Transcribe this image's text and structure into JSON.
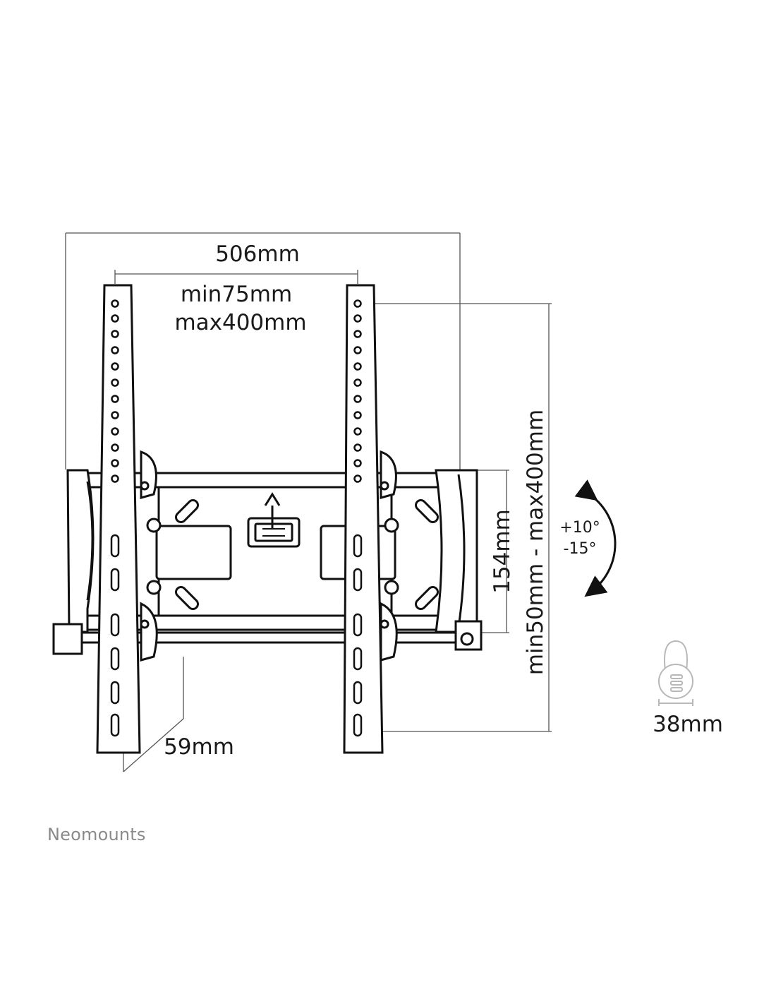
{
  "dimensions": {
    "overall_width": "506mm",
    "vesa_width_min": "min75mm",
    "vesa_width_max": "max400mm",
    "frame_height": "154mm",
    "vesa_height": "min50mm - max400mm",
    "depth": "59mm",
    "thickness": "38mm"
  },
  "tilt": {
    "up": "+10°",
    "down": "-15°"
  },
  "brand": "Neomounts",
  "colors": {
    "line": "#111111",
    "dim_line": "#555555",
    "brand": "#8a8a8a"
  }
}
